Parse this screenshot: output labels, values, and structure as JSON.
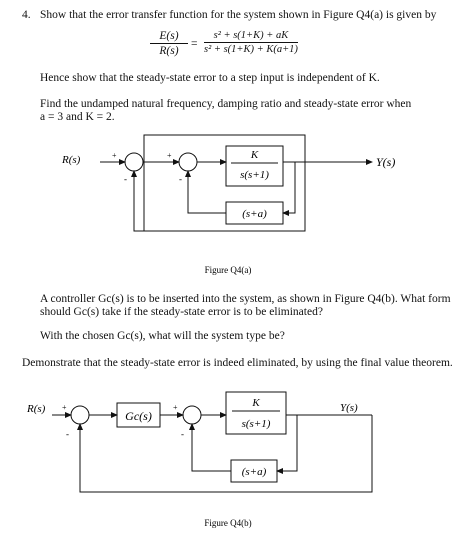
{
  "question": {
    "number": "4.",
    "line1": "Show that the error transfer function for the system shown in Figure Q4(a) is given by",
    "equation": {
      "lhs_num": "E(s)",
      "lhs_den": "R(s)",
      "equals": "=",
      "rhs_num": "s² + s(1+K) + aK",
      "rhs_den": "s² + s(1+K) + K(a+1)"
    },
    "hence": "Hence show that the steady-state error to a step input is independent of K.",
    "find_line1": "Find the undamped natural frequency, damping ratio and steady-state error when",
    "find_line2": "a = 3 and K = 2.",
    "figure_a": {
      "input_label": "R(s)",
      "output_label": "Y(s)",
      "block_k_num": "K",
      "block_k_den": "s(s+1)",
      "feedback_block": "(s+a)",
      "caption": "Figure Q4(a)"
    },
    "controller_line1": "A controller Gc(s) is to be inserted into the system, as shown in Figure Q4(b). What form",
    "controller_line2": "should Gc(s) take if the steady-state error is to be eliminated?",
    "system_type": "With the chosen Gc(s), what will the system type be?",
    "demonstrate": "Demonstrate that the steady-state error is indeed eliminated, by using the final value theorem.",
    "figure_b": {
      "input_label": "R(s)",
      "output_label": "Y(s)",
      "controller_block": "Gc(s)",
      "block_k_num": "K",
      "block_k_den": "s(s+1)",
      "feedback_block": "(s+a)",
      "caption": "Figure Q4(b)"
    },
    "signs": {
      "plus": "+",
      "minus": "-"
    }
  }
}
